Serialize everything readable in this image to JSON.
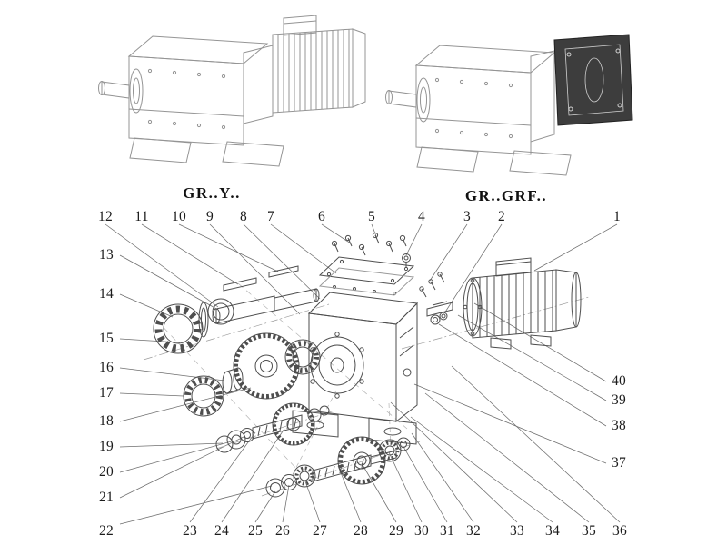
{
  "diagram": {
    "variant_left_label": "GR..Y..",
    "variant_right_label": "GR..GRF.."
  },
  "callouts": {
    "top": [
      "12",
      "11",
      "10",
      "9",
      "8",
      "7",
      "6",
      "5",
      "4",
      "3",
      "2",
      "1"
    ],
    "left": [
      "13",
      "14",
      "15",
      "16",
      "17",
      "18",
      "19",
      "20",
      "21",
      "22"
    ],
    "right": [
      "40",
      "39",
      "38",
      "37"
    ],
    "bottom": [
      "23",
      "24",
      "25",
      "26",
      "27",
      "28",
      "29",
      "30",
      "31",
      "32",
      "33",
      "34",
      "35",
      "36"
    ]
  },
  "colors": {
    "background": "#ffffff",
    "exploded_line": "#4e4e4e",
    "assembled_line": "#949494",
    "leader_line": "#6f6f6f",
    "callout_text": "#1c1c1c",
    "flange_block_fill": "#3d3d3d"
  }
}
